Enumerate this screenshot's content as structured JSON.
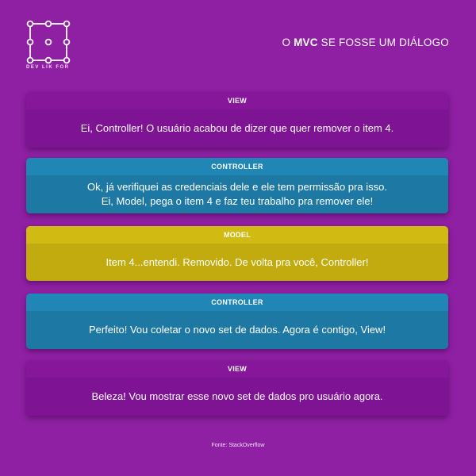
{
  "brand": {
    "icon": "dot-grid-logo-icon",
    "caption": "DEV LIK FOR"
  },
  "headline": {
    "prefix": "O",
    "bold": "MVC",
    "suffix": "SE FOSSE UM DIÁLOGO"
  },
  "colors": {
    "background": "#8f1fa3",
    "view": "#7e1494",
    "controller": "#1d79a3",
    "model": "#c2ab0e"
  },
  "dialogue": [
    {
      "speaker": "VIEW",
      "lines": [
        "Ei, Controller! O usuário acabou de dizer que quer remover o item 4."
      ]
    },
    {
      "speaker": "CONTROLLER",
      "lines": [
        "Ok, já verifiquei as credenciais dele e ele tem permissão pra isso.",
        "Ei, Model, pega o item 4 e faz teu trabalho pra remover ele!"
      ]
    },
    {
      "speaker": "MODEL",
      "lines": [
        "Item 4...entendi. Removido. De volta pra você, Controller!"
      ]
    },
    {
      "speaker": "CONTROLLER",
      "lines": [
        "Perfeito! Vou coletar o novo set de dados. Agora é contigo, View!"
      ]
    },
    {
      "speaker": "VIEW",
      "lines": [
        "Beleza! Vou mostrar esse novo set de dados pro usuário agora."
      ]
    }
  ],
  "footer": {
    "source": "Fonte: StackOverflow"
  }
}
